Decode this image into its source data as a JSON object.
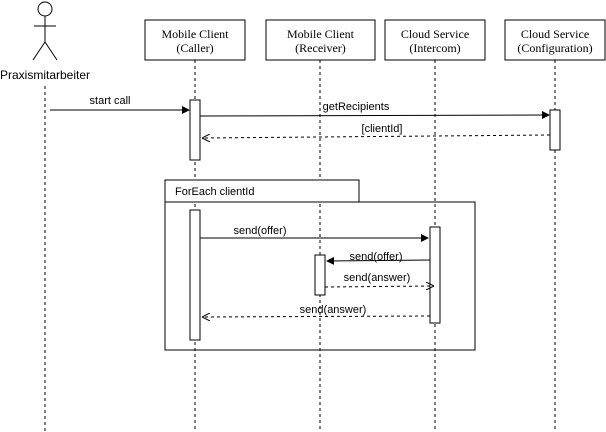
{
  "actor": {
    "name": "Praxismitarbeiter"
  },
  "participants": [
    {
      "id": "caller",
      "line1": "Mobile Client",
      "line2": "(Caller)"
    },
    {
      "id": "receiver",
      "line1": "Mobile Client",
      "line2": "(Receiver)"
    },
    {
      "id": "intercom",
      "line1": "Cloud Service",
      "line2": "(Intercom)"
    },
    {
      "id": "configuration",
      "line1": "Cloud Service",
      "line2": "(Configuration)"
    }
  ],
  "loop": {
    "label": "ForEach clientId"
  },
  "messages": [
    {
      "id": "start-call",
      "label": "start call",
      "style": "solid"
    },
    {
      "id": "get-recipients",
      "label": "getRecipients",
      "style": "solid"
    },
    {
      "id": "client-id-return",
      "label": "[clientId]",
      "style": "dashed"
    },
    {
      "id": "send-offer-intercom",
      "label": "send(offer)",
      "style": "solid"
    },
    {
      "id": "send-offer-receiver",
      "label": "send(offer)",
      "style": "solid"
    },
    {
      "id": "send-answer-intercom",
      "label": "send(answer)",
      "style": "dashed"
    },
    {
      "id": "send-answer-caller",
      "label": "send(answer)",
      "style": "dashed"
    }
  ]
}
